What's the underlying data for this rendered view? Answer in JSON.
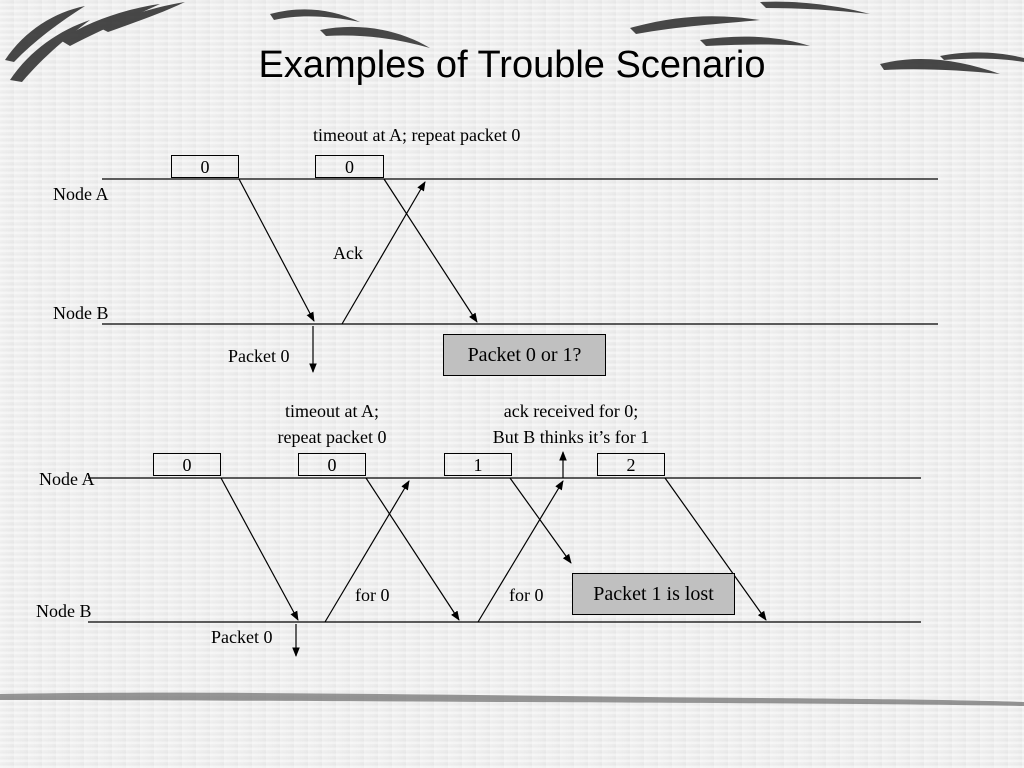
{
  "slide": {
    "title": "Examples of Trouble Scenario"
  },
  "top": {
    "node_a_label": "Node A",
    "node_b_label": "Node B",
    "timeout_label": "timeout at A; repeat packet 0",
    "packet_box_1": "0",
    "packet_box_2": "0",
    "ack_label": "Ack",
    "packet0_label": "Packet 0",
    "callout": "Packet 0 or 1?"
  },
  "bottom": {
    "node_a_label": "Node A",
    "node_b_label": "Node B",
    "timeout_label_line1": "timeout at A;",
    "timeout_label_line2": "repeat packet 0",
    "ack_note_line1": "ack received for 0;",
    "ack_note_line2": "But B thinks it’s for 1",
    "packet_box_1": "0",
    "packet_box_2": "0",
    "packet_box_3": "1",
    "packet_box_4": "2",
    "for0_label_1": "for 0",
    "for0_label_2": "for 0",
    "packet0_label": "Packet 0",
    "callout": "Packet 1 is lost"
  },
  "colors": {
    "background": "#eeeeee",
    "callout_fill": "#c0c0c0",
    "line": "#000000"
  }
}
